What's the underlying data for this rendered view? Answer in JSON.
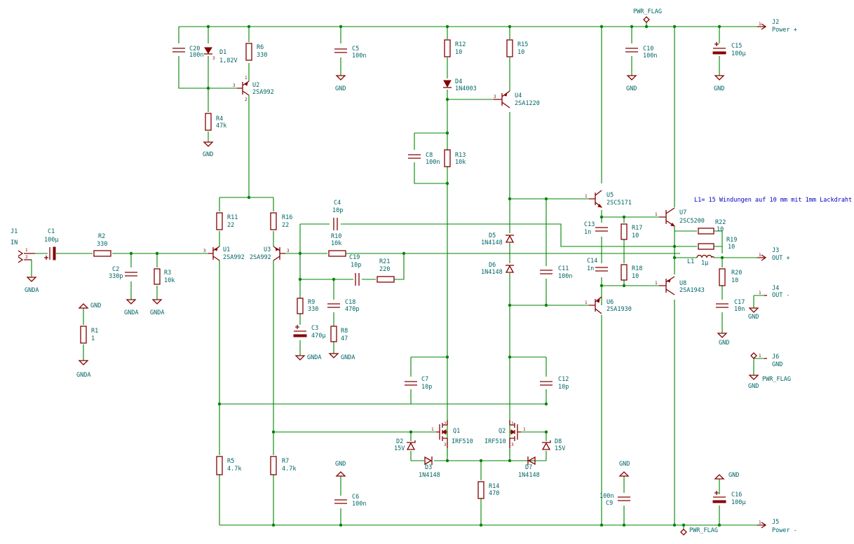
{
  "components": {
    "J1": {
      "ref": "J1",
      "val": "IN"
    },
    "J2": {
      "ref": "J2",
      "val": "Power +"
    },
    "J3": {
      "ref": "J3",
      "val": "OUT +"
    },
    "J4": {
      "ref": "J4",
      "val": "OUT -"
    },
    "J5": {
      "ref": "J5",
      "val": "Power -"
    },
    "J6": {
      "ref": "J6",
      "val": "GND"
    },
    "C1": {
      "ref": "C1",
      "val": "100µ"
    },
    "C2": {
      "ref": "C2",
      "val": "330p"
    },
    "C3": {
      "ref": "C3",
      "val": "470µ"
    },
    "C4": {
      "ref": "C4",
      "val": "10p"
    },
    "C5": {
      "ref": "C5",
      "val": "100n"
    },
    "C6": {
      "ref": "C6",
      "val": "100n"
    },
    "C7": {
      "ref": "C7",
      "val": "10p"
    },
    "C8": {
      "ref": "C8",
      "val": "100n"
    },
    "C9": {
      "ref": "C9",
      "val": "100n"
    },
    "C10": {
      "ref": "C10",
      "val": "100n"
    },
    "C11": {
      "ref": "C11",
      "val": "100n"
    },
    "C12": {
      "ref": "C12",
      "val": "10p"
    },
    "C13": {
      "ref": "C13",
      "val": "1n"
    },
    "C14": {
      "ref": "C14",
      "val": "1n"
    },
    "C15": {
      "ref": "C15",
      "val": "100µ"
    },
    "C16": {
      "ref": "C16",
      "val": "100µ"
    },
    "C17": {
      "ref": "C17",
      "val": "10n"
    },
    "C18": {
      "ref": "C18",
      "val": "470p"
    },
    "C19": {
      "ref": "C19",
      "val": "10p"
    },
    "C20": {
      "ref": "C20",
      "val": "100n"
    },
    "R1": {
      "ref": "R1",
      "val": "1"
    },
    "R2": {
      "ref": "R2",
      "val": "330"
    },
    "R3": {
      "ref": "R3",
      "val": "10k"
    },
    "R4": {
      "ref": "R4",
      "val": "47k"
    },
    "R5": {
      "ref": "R5",
      "val": "4.7k"
    },
    "R6": {
      "ref": "R6",
      "val": "330"
    },
    "R7": {
      "ref": "R7",
      "val": "4.7k"
    },
    "R8": {
      "ref": "R8",
      "val": "47"
    },
    "R9": {
      "ref": "R9",
      "val": "330"
    },
    "R10": {
      "ref": "R10",
      "val": "10k"
    },
    "R11": {
      "ref": "R11",
      "val": "22"
    },
    "R12": {
      "ref": "R12",
      "val": "10"
    },
    "R13": {
      "ref": "R13",
      "val": "10k"
    },
    "R14": {
      "ref": "R14",
      "val": "470"
    },
    "R15": {
      "ref": "R15",
      "val": "10"
    },
    "R16": {
      "ref": "R16",
      "val": "22"
    },
    "R17": {
      "ref": "R17",
      "val": "10"
    },
    "R18": {
      "ref": "R18",
      "val": "10"
    },
    "R19": {
      "ref": "R19",
      "val": "10"
    },
    "R20": {
      "ref": "R20",
      "val": "10"
    },
    "R21": {
      "ref": "R21",
      "val": "220"
    },
    "R22": {
      "ref": "R22",
      "val": "10"
    },
    "D1": {
      "ref": "D1",
      "val": "1,82V"
    },
    "D2": {
      "ref": "D2",
      "val": "15V"
    },
    "D3": {
      "ref": "D3",
      "val": "1N4148"
    },
    "D4": {
      "ref": "D4",
      "val": "1N4003"
    },
    "D5": {
      "ref": "D5",
      "val": "1N4148"
    },
    "D6": {
      "ref": "D6",
      "val": "1N4148"
    },
    "D7": {
      "ref": "D7",
      "val": "1N4148"
    },
    "D8": {
      "ref": "D8",
      "val": "15V"
    },
    "U1": {
      "ref": "U1",
      "val": "2SA992"
    },
    "U2": {
      "ref": "U2",
      "val": "2SA992"
    },
    "U3": {
      "ref": "U3",
      "val": "2SA992"
    },
    "U4": {
      "ref": "U4",
      "val": "2SA1220"
    },
    "U5": {
      "ref": "U5",
      "val": "2SC5171"
    },
    "U6": {
      "ref": "U6",
      "val": "2SA1930"
    },
    "U7": {
      "ref": "U7",
      "val": "2SC5200"
    },
    "U8": {
      "ref": "U8",
      "val": "2SA1943"
    },
    "Q1": {
      "ref": "Q1",
      "val": "IRF510"
    },
    "Q2": {
      "ref": "Q2",
      "val": "IRF510"
    },
    "L1": {
      "ref": "L1",
      "val": "1µ"
    }
  },
  "power": {
    "gnd": "GND",
    "gnda": "GNDA",
    "pwr_flag": "PWR_FLAG"
  },
  "pins": {
    "one": "1",
    "two": "2",
    "three": "3"
  },
  "note": "L1= 15 Windungen auf 10 mm mit 1mm Lackdraht"
}
